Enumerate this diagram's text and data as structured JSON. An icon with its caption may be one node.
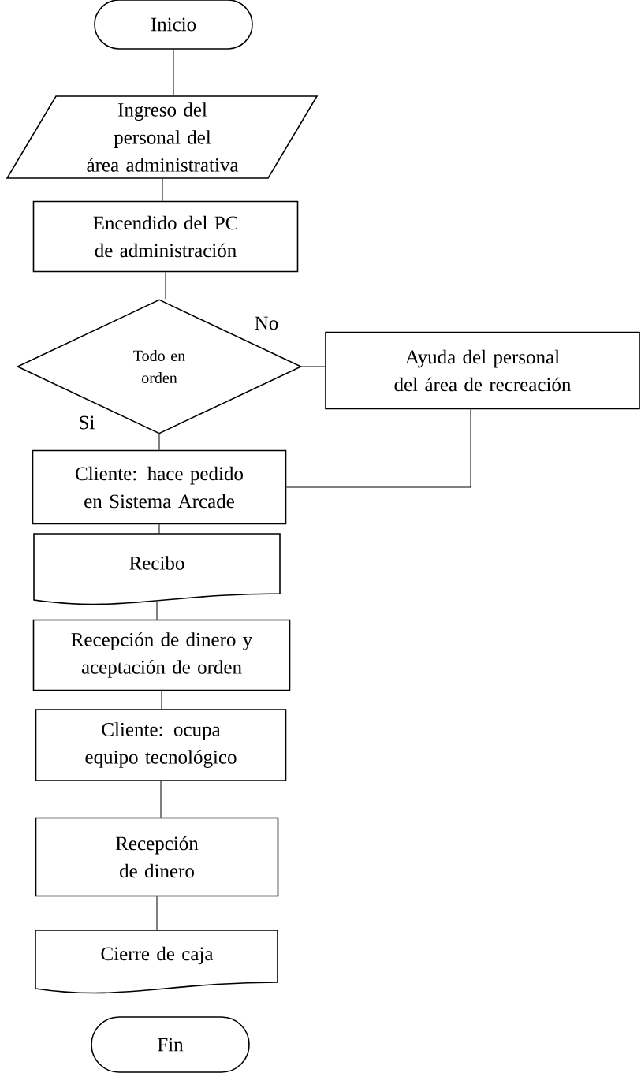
{
  "diagram": {
    "nodes": [
      {
        "text": [
          "Inicio"
        ]
      },
      {
        "text": [
          "Ingreso del personal del área administrativa"
        ]
      },
      {
        "text": [
          "Encendido del PC de administración"
        ]
      },
      {
        "text": [
          "Todo en orden"
        ]
      },
      {
        "text": [
          "Ayuda del personal del área de recreación"
        ]
      },
      {
        "text": [
          "Cliente: hace pedido en Sistema Arcade"
        ]
      },
      {
        "text": [
          "Recibo"
        ]
      },
      {
        "text": [
          "Recepción de dinero y aceptación de orden"
        ]
      },
      {
        "text": [
          "Cliente: ocupa equipo tecnológico"
        ]
      },
      {
        "text": [
          "Recepción de dinero"
        ]
      },
      {
        "text": [
          "Cierre de caja"
        ]
      },
      {
        "text": [
          "Fin"
        ]
      }
    ],
    "edges": [
      {
        "from": 0,
        "to": 1,
        "arrow": "none"
      },
      {
        "from": 1,
        "to": 2,
        "arrow": "none"
      },
      {
        "from": 2,
        "to": 3,
        "arrow": "none"
      },
      {
        "from": 3,
        "to": 4,
        "arrow": "none",
        "label": "No"
      },
      {
        "from": 3,
        "to": 5,
        "arrow": "none",
        "label": "Si"
      },
      {
        "from": 4,
        "to": 5,
        "arrow": "none"
      },
      {
        "from": 5,
        "to": 6,
        "arrow": "none"
      },
      {
        "from": 6,
        "to": 7,
        "arrow": "none"
      },
      {
        "from": 7,
        "to": 8,
        "arrow": "none"
      },
      {
        "from": 8,
        "to": 9,
        "arrow": "none"
      },
      {
        "from": 9,
        "to": 10,
        "arrow": "none"
      }
    ]
  }
}
